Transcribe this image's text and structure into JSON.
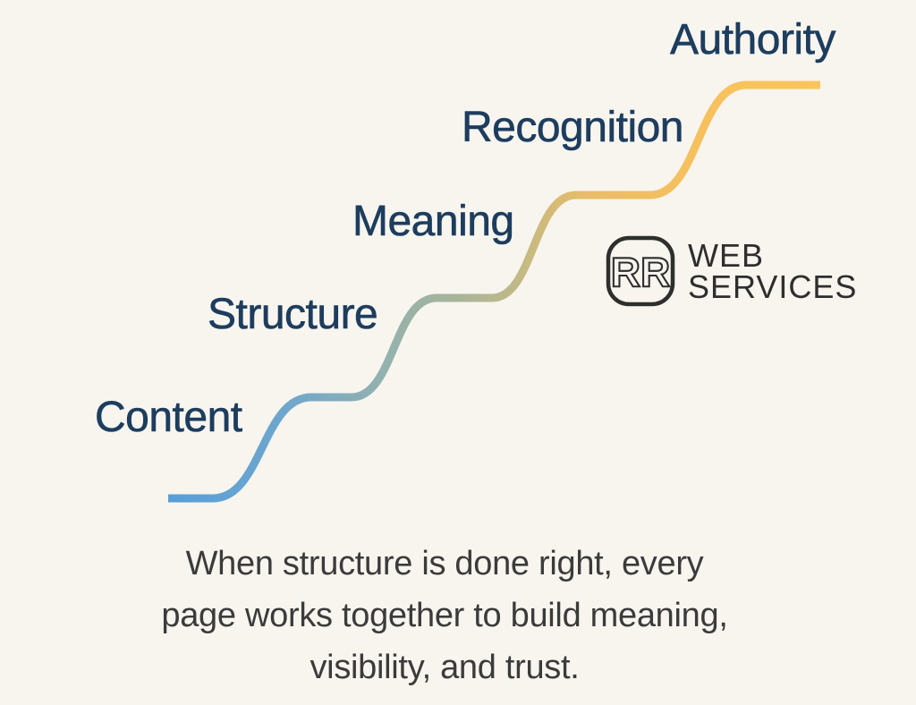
{
  "page": {
    "background_color": "#F8F5EF",
    "description": "Growth staircase diagram showing SEO progression steps"
  },
  "steps": [
    {
      "label": "Content"
    },
    {
      "label": "Structure"
    },
    {
      "label": "Meaning"
    },
    {
      "label": "Recognition"
    },
    {
      "label": "Authority"
    }
  ],
  "curve": {
    "type": "ascending-staircase-curve",
    "gradient": [
      "#579ED9",
      "#6FA7CC",
      "#93B2AE",
      "#A7B49A",
      "#BFB988",
      "#E8BC68",
      "#F5C05E",
      "#FCC45A"
    ],
    "label_color": "#1D3D5E"
  },
  "logo": {
    "monogram": "RR",
    "line1": "WEB",
    "line2": "SERVICES",
    "color": "#2E2E2E"
  },
  "caption": {
    "lines": [
      "When structure is done right, every",
      "page works together to build meaning,",
      "visibility, and trust."
    ],
    "color": "#3B3B3B"
  }
}
